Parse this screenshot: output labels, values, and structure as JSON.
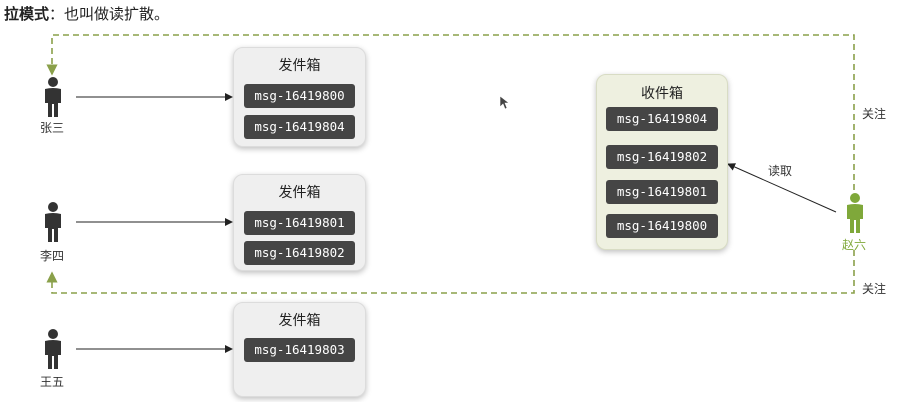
{
  "title": {
    "bold": "拉模式",
    "rest": "：也叫做读扩散。"
  },
  "people": [
    {
      "name": "张三"
    },
    {
      "name": "李四"
    },
    {
      "name": "王五"
    }
  ],
  "outboxes": [
    {
      "title": "发件箱",
      "messages": [
        "msg-16419800",
        "msg-16419804"
      ]
    },
    {
      "title": "发件箱",
      "messages": [
        "msg-16419801",
        "msg-16419802"
      ]
    },
    {
      "title": "发件箱",
      "messages": [
        "msg-16419803"
      ]
    }
  ],
  "inbox": {
    "title": "收件箱",
    "messages": [
      "msg-16419804",
      "msg-16419802",
      "msg-16419801",
      "msg-16419800"
    ]
  },
  "reader": {
    "name": "赵六"
  },
  "labels": {
    "read": "读取",
    "follow_top": "关注",
    "follow_bottom": "关注"
  },
  "colors": {
    "dashed_line": "#8aa04a",
    "reader": "#7fa83a",
    "person": "#333333",
    "message_bg": "#454545"
  },
  "icons": {
    "person": "person-icon",
    "cursor": "mouse-cursor-icon"
  }
}
